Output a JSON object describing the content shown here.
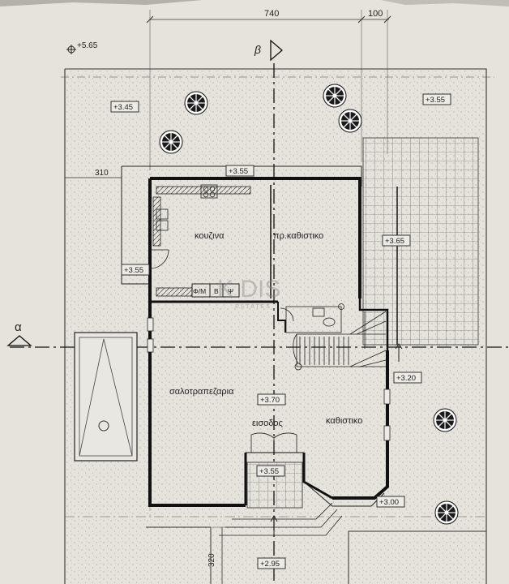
{
  "dimensions": {
    "top_width": "740",
    "top_side": "100",
    "left_offset": "310",
    "bottom_left": "320"
  },
  "levels": {
    "corner": "+5.65",
    "yard_top_left": "+3.45",
    "yard_top_right": "+3.55",
    "kitchen_top": "+3.55",
    "kitchen_side": "+3.55",
    "patio": "+3.65",
    "stair_right": "+3.20",
    "living": "+3.70",
    "entry_step": "+3.55",
    "bay_right": "+3.00",
    "bottom": "+2.95"
  },
  "rooms": {
    "kitchen": "κουζινα",
    "breakfast": "πρ.καθιστικο",
    "dining": "σαλοτραπεζαρια",
    "entrance": "εισοδος",
    "sitting": "καθιστικο"
  },
  "fixtures": {
    "wm": "Φ/Μ",
    "b": "Β",
    "psi": "Ψ"
  },
  "sections": {
    "alpha": "α",
    "beta": "β"
  },
  "watermark": {
    "mark": "K  DIS",
    "sub": "ESTATES"
  },
  "colors": {
    "paper": "#e6e3dc",
    "ink": "#222222"
  }
}
